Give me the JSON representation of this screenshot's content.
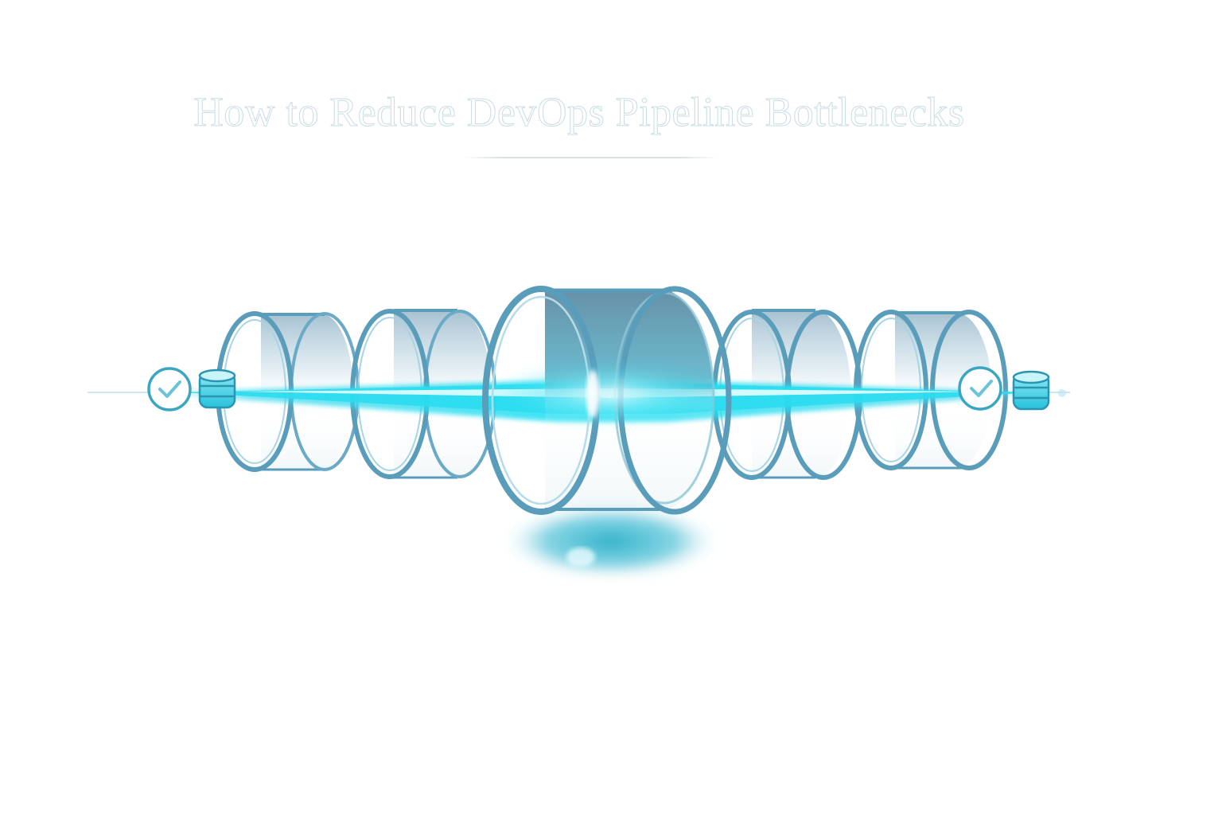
{
  "title": "How to Reduce DevOps Pipeline Bottlenecks",
  "illustration": {
    "description": "Glass pipeline of five cylindrical stages with a glowing cyan beam passing through",
    "stages": [
      {
        "name": "stage-1",
        "size": "small"
      },
      {
        "name": "stage-2",
        "size": "small"
      },
      {
        "name": "stage-3",
        "size": "large",
        "role": "bottleneck"
      },
      {
        "name": "stage-4",
        "size": "small"
      },
      {
        "name": "stage-5",
        "size": "small"
      }
    ],
    "left_end": {
      "icons": [
        "check-circle-icon",
        "database-icon"
      ]
    },
    "right_end": {
      "icons": [
        "check-circle-icon",
        "database-icon"
      ]
    }
  },
  "colors": {
    "beam": "#27d6ec",
    "glass_stroke": "#5a9dbb",
    "glass_dark": "#3f7f9e",
    "reflection": "#1fa9c4",
    "title_stroke": "#c9dde3",
    "background": "#ffffff"
  }
}
